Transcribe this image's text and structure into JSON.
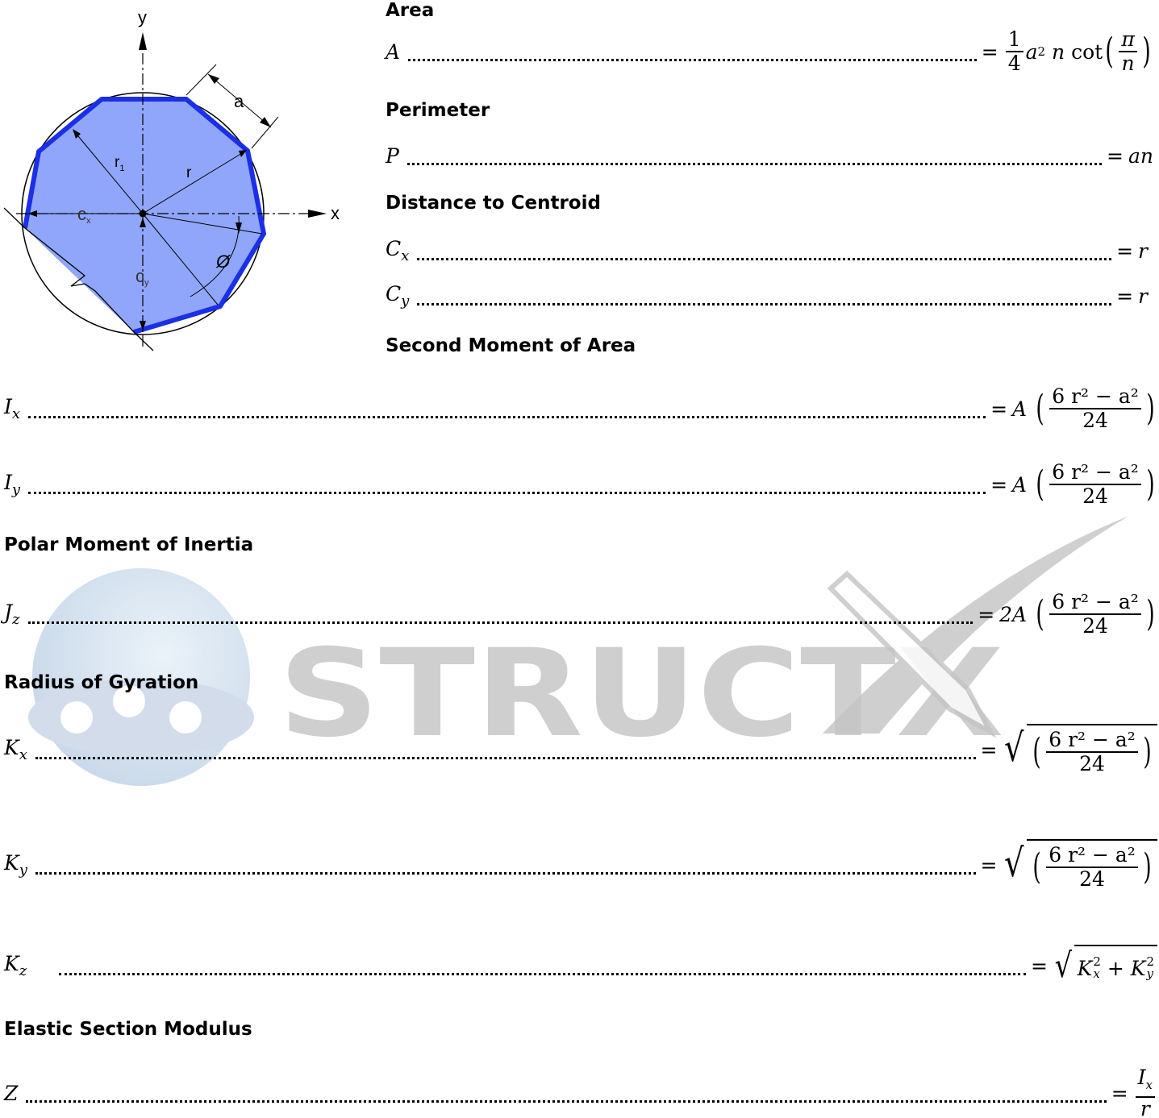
{
  "diagram": {
    "labels": {
      "y_axis": "y",
      "x_axis": "x",
      "side": "a",
      "circumradius": "r",
      "inradius": "r",
      "inradius_sub": "1",
      "cx": "c",
      "cx_sub": "x",
      "cy": "c",
      "cy_sub": "y",
      "angle": "Ø"
    },
    "colors": {
      "fill": "#8fa6fb",
      "outline": "#1b2fe6"
    }
  },
  "sections": {
    "area": "Area",
    "perimeter": "Perimeter",
    "centroid": "Distance to Centroid",
    "second_moment": "Second Moment of Area",
    "polar": "Polar Moment of Inertia",
    "gyration": "Radius of Gyration",
    "modulus": "Elastic Section Modulus"
  },
  "formulas": {
    "area": {
      "lhs": "A",
      "eq": "=",
      "frac_num": "1",
      "frac_den": "4",
      "a": "a",
      "a_exp": "2",
      "n": "n",
      "fn": "cot",
      "inner_num": "π",
      "inner_den": "n"
    },
    "perimeter": {
      "lhs": "P",
      "eq": "=",
      "rhs": "an"
    },
    "cx": {
      "lhs": "C",
      "sub": "x",
      "eq": "=",
      "rhs": "r"
    },
    "cy": {
      "lhs": "C",
      "sub": "y",
      "eq": "=",
      "rhs": "r"
    },
    "ix": {
      "lhs": "I",
      "sub": "x",
      "eq": "=",
      "coef": "A",
      "num": "6 r² − a²",
      "den": "24"
    },
    "iy": {
      "lhs": "I",
      "sub": "y",
      "eq": "=",
      "coef": "A",
      "num": "6 r² − a²",
      "den": "24"
    },
    "jz": {
      "lhs": "J",
      "sub": "z",
      "eq": "=",
      "coef": "2A",
      "num": "6 r² − a²",
      "den": "24"
    },
    "kx": {
      "lhs": "K",
      "sub": "x",
      "eq": "=",
      "num": "6 r² − a²",
      "den": "24"
    },
    "ky": {
      "lhs": "K",
      "sub": "y",
      "eq": "=",
      "num": "6 r² − a²",
      "den": "24"
    },
    "kz": {
      "lhs": "K",
      "sub": "z",
      "eq": "=",
      "t1": "K",
      "t1_sub": "x",
      "t1_exp": "2",
      "plus": "+",
      "t2": "K",
      "t2_sub": "y",
      "t2_exp": "2"
    },
    "z": {
      "lhs": "Z",
      "eq": "=",
      "num": "I",
      "num_sub": "x",
      "den": "r"
    }
  },
  "watermark": {
    "text": "STRUCTX",
    "color": "#c4c4c4"
  }
}
